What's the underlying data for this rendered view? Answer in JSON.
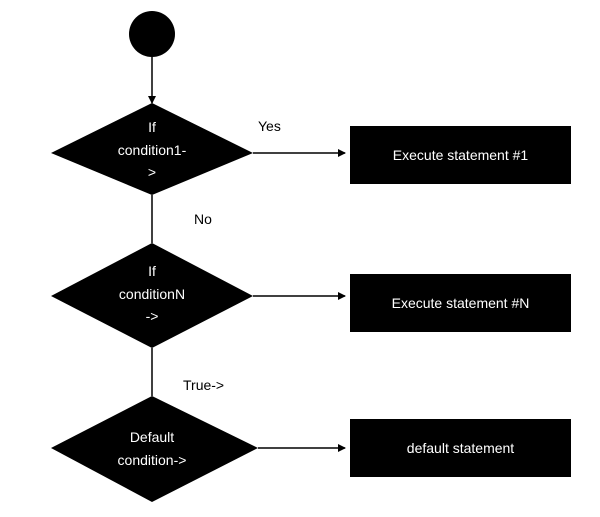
{
  "diagram": {
    "type": "flowchart",
    "colors": {
      "background": "#ffffff",
      "shape_fill": "#000000",
      "node_text": "#ffffff",
      "edge_text": "#000000"
    },
    "start_node": "filled-circle",
    "decisions": [
      {
        "lines": [
          "If",
          "condition1-",
          ">"
        ]
      },
      {
        "lines": [
          "If",
          "conditionN",
          "->"
        ]
      },
      {
        "lines": [
          "Default",
          "condition->"
        ]
      }
    ],
    "actions": [
      {
        "label": "Execute statement #1"
      },
      {
        "label": "Execute statement #N"
      },
      {
        "label": "default statement"
      }
    ],
    "edge_labels": {
      "yes": "Yes",
      "no": "No",
      "true": "True->"
    }
  }
}
